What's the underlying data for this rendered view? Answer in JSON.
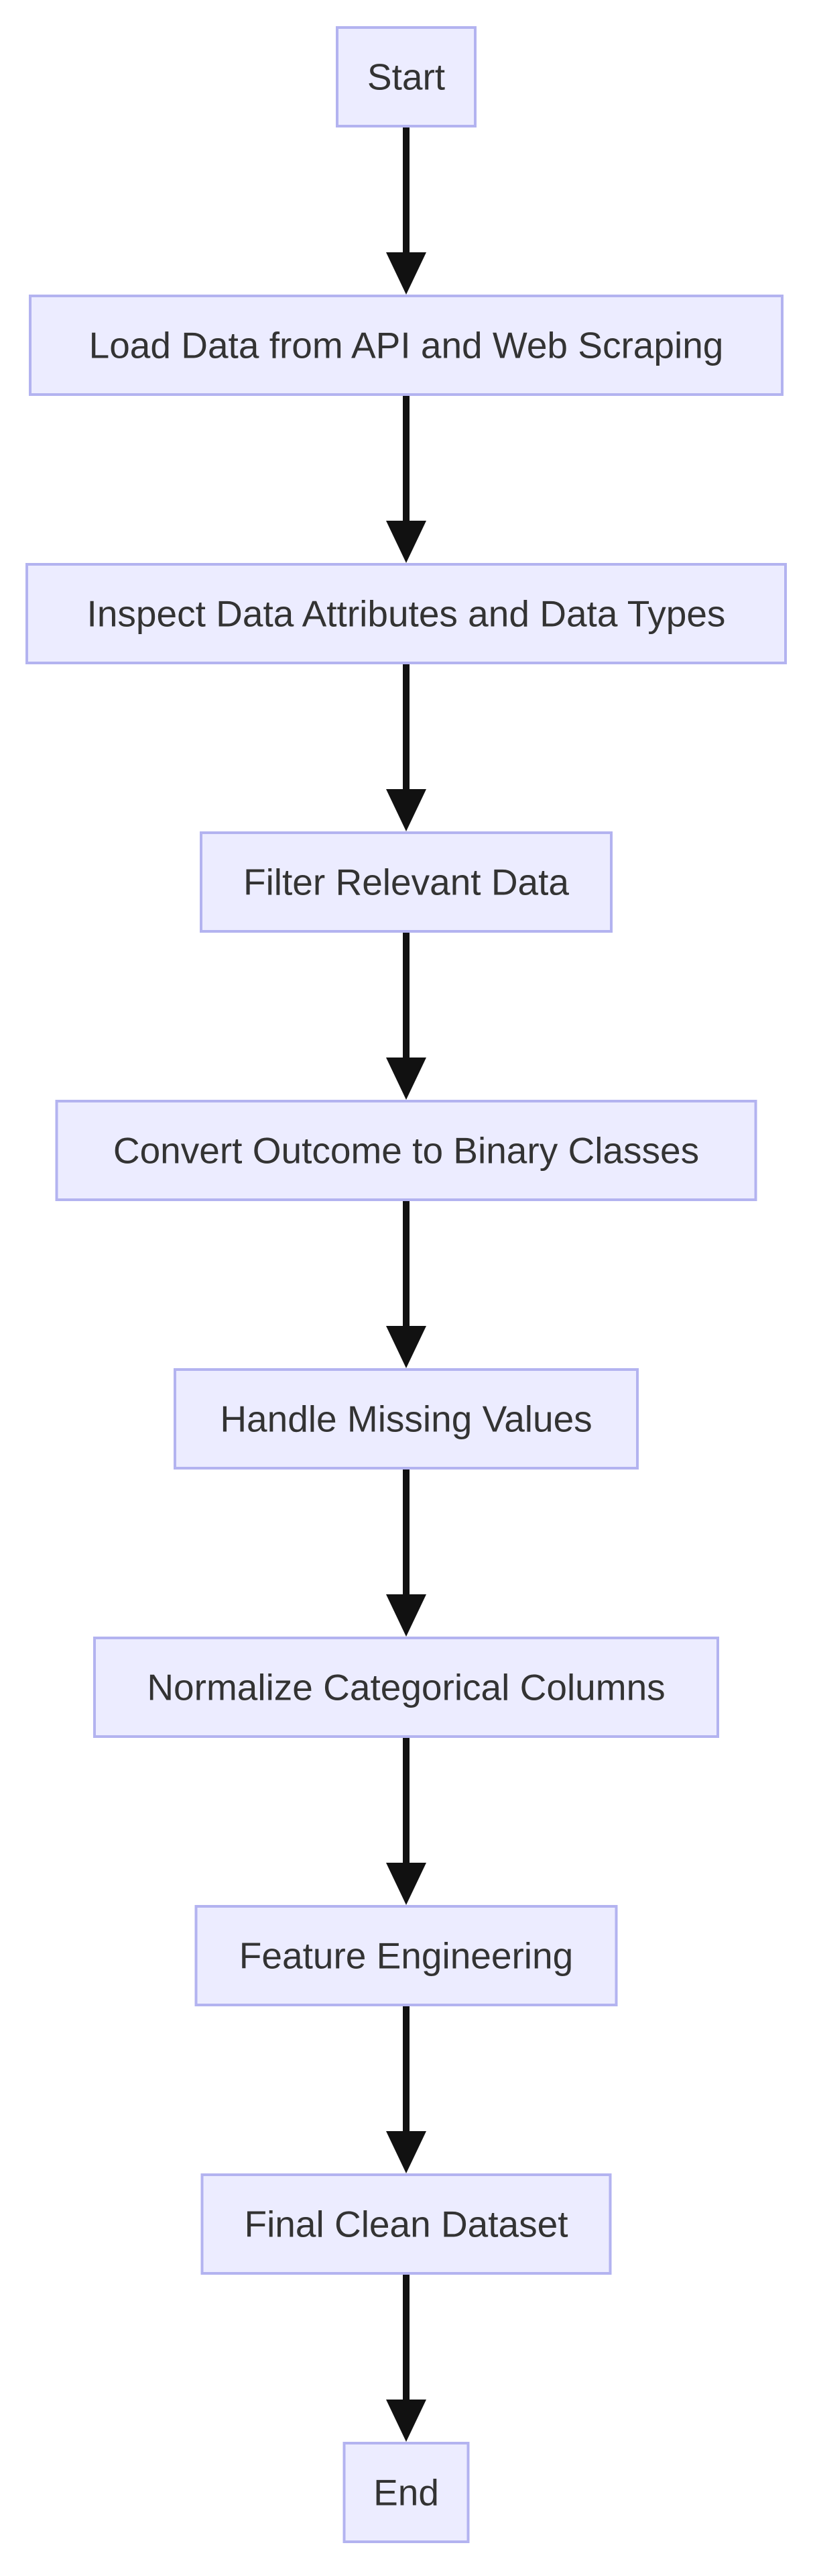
{
  "flowchart": {
    "nodes": [
      {
        "id": "start",
        "label": "Start"
      },
      {
        "id": "load",
        "label": "Load Data from API and Web Scraping"
      },
      {
        "id": "inspect",
        "label": "Inspect Data Attributes and Data Types"
      },
      {
        "id": "filter",
        "label": "Filter Relevant Data"
      },
      {
        "id": "convert",
        "label": "Convert Outcome to Binary Classes"
      },
      {
        "id": "missing",
        "label": "Handle Missing Values"
      },
      {
        "id": "normalize",
        "label": "Normalize Categorical Columns"
      },
      {
        "id": "feature",
        "label": "Feature Engineering"
      },
      {
        "id": "final",
        "label": "Final Clean Dataset"
      },
      {
        "id": "end",
        "label": "End"
      }
    ],
    "edges": [
      {
        "from": "start",
        "to": "load"
      },
      {
        "from": "load",
        "to": "inspect"
      },
      {
        "from": "inspect",
        "to": "filter"
      },
      {
        "from": "filter",
        "to": "convert"
      },
      {
        "from": "convert",
        "to": "missing"
      },
      {
        "from": "missing",
        "to": "normalize"
      },
      {
        "from": "normalize",
        "to": "feature"
      },
      {
        "from": "feature",
        "to": "final"
      },
      {
        "from": "final",
        "to": "end"
      }
    ],
    "colors": {
      "node_fill": "#ececff",
      "node_border": "#b3b3f0",
      "text": "#333333",
      "edge": "#111111"
    }
  }
}
